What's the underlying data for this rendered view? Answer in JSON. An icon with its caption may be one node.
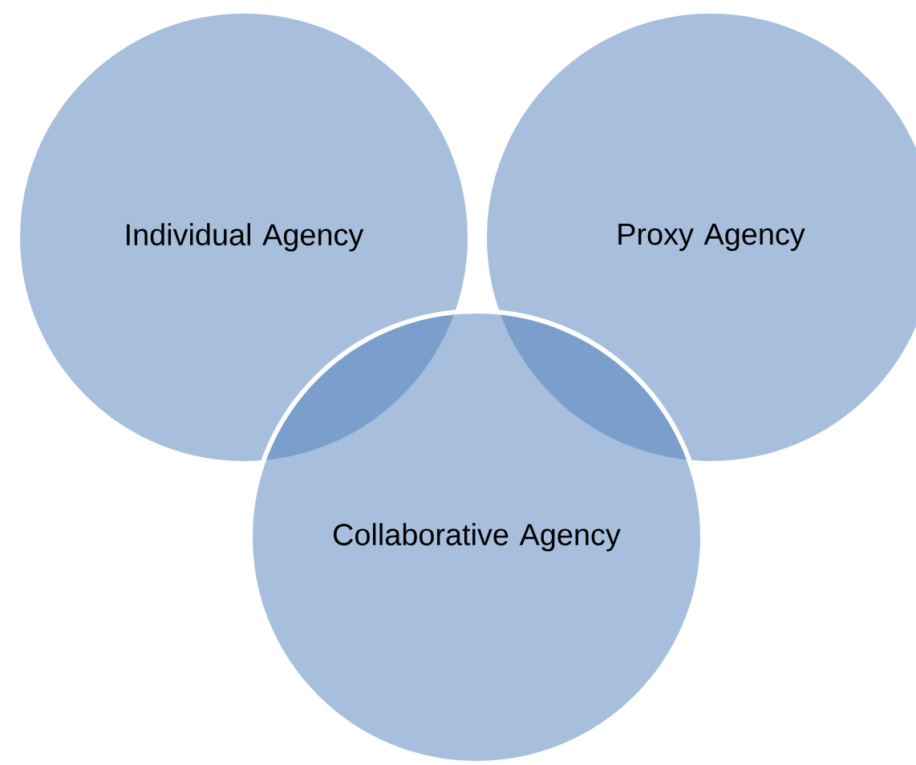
{
  "diagram": {
    "nodes": [
      {
        "text": [
          "Individual Agency"
        ]
      },
      {
        "text": [
          "Proxy Agency"
        ]
      },
      {
        "text": [
          "Collaborative Agency"
        ]
      }
    ]
  }
}
